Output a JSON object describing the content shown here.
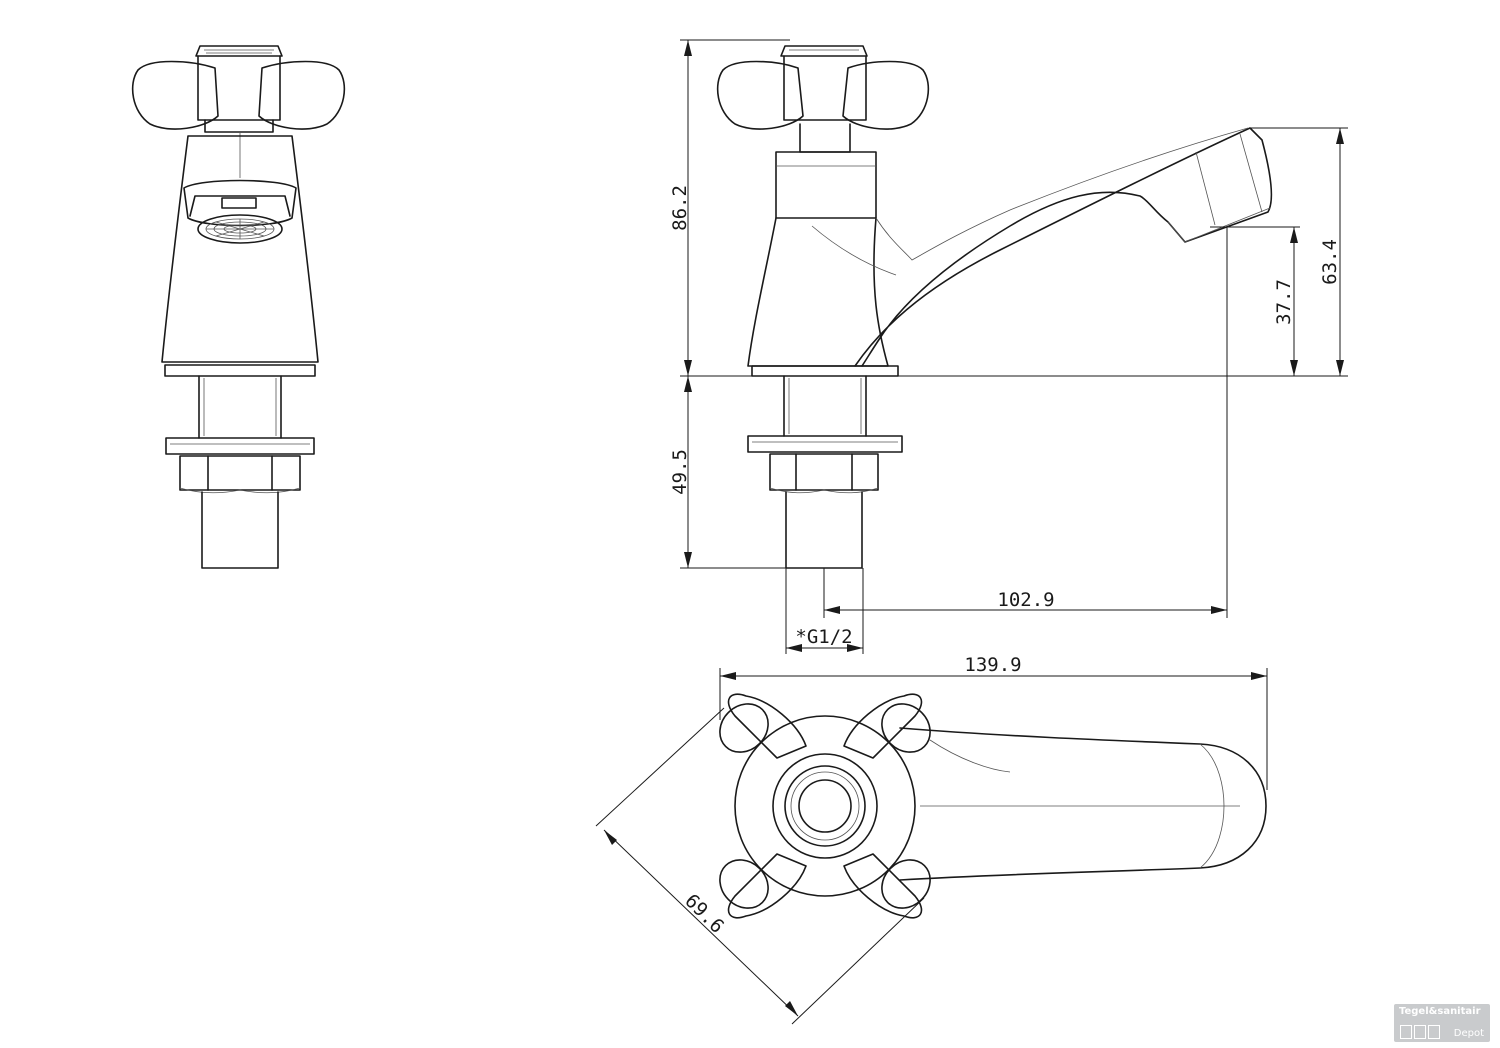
{
  "dimensions": {
    "overall_height": "86.2",
    "below_deck": "49.5",
    "spout_outlet_height": "37.7",
    "spout_top_height": "63.4",
    "spout_reach": "102.9",
    "thread": "*G1/2",
    "overall_length": "139.9",
    "handle_span": "69.6"
  },
  "watermark": {
    "brand": "Tegel&sanitair",
    "sub": "Depot"
  },
  "colors": {
    "line": "#1a1a1a",
    "background": "#ffffff",
    "watermark": "#c9cbcd"
  }
}
